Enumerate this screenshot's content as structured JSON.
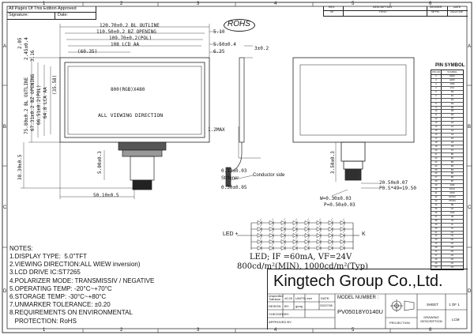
{
  "header": {
    "approved_label": "All Pages Of This Edition Approved",
    "signature_label": "Signature:",
    "date_label": "Date:",
    "rohs": "ROHS",
    "rev_table": {
      "headers": [
        "REV.",
        "DESCRIPTION",
        "REVISER",
        "DATE"
      ],
      "row": [
        "00",
        "FIRST",
        "NFPN",
        "2022/7/08"
      ]
    }
  },
  "grid": {
    "columns": [
      "1",
      "2",
      "3",
      "4",
      "5",
      "6"
    ],
    "rows": [
      "A",
      "B",
      "C",
      "D"
    ]
  },
  "front_view": {
    "dims_top": [
      "120.70±0.2 BL OUTLINE",
      "110.50±0.2 BZ OPENING",
      "109.70±0.2(POL)",
      "108 LCD AA",
      "(60.35)"
    ],
    "dims_left": [
      "2.05",
      "2.45±0.4",
      "3.16",
      "75.80±0.2 BL OUTLINE",
      "67.31±0.2 BZ OPENING",
      "66.51±0.2(POL)",
      "64.8 LCA AA",
      "(35.58)",
      "38.30±0.5"
    ],
    "right_dims": [
      "5.10",
      "5.50±0.4",
      "6.35"
    ],
    "resolution": "800(RGB)X480",
    "viewing": "ALL VIEWING DIRECTION",
    "fpc_dim": "5.00±0.3",
    "bottom_dim": "50.10±0.5"
  },
  "side_view": {
    "thickness": "3±0.2",
    "max_label": "1.2MAX",
    "d1": "0.13±0.03",
    "stiffener": "Stiffener",
    "conductor": "Conductor side",
    "d2": "0.30±0.05"
  },
  "back_view": {
    "fpc_dim": "3.50±0.3",
    "pitch": "20.50±0.07",
    "pitch2": "P0.5*49=19.50",
    "w": "W=0.30±0.03",
    "p": "P=0.50±0.03"
  },
  "pin_table": {
    "title": "PIN  SYMBOL",
    "headers": [
      "PIN NO",
      "SYMBOL"
    ],
    "rows": [
      [
        "1",
        "LEDA"
      ],
      [
        "2",
        "LEDK"
      ],
      [
        "3",
        "GND"
      ],
      [
        "4",
        "VCC"
      ],
      [
        "5",
        "R0"
      ],
      [
        "6",
        "R1"
      ],
      [
        "7",
        "R2"
      ],
      [
        "8",
        "R3"
      ],
      [
        "9",
        "R4"
      ],
      [
        "10",
        "R5"
      ],
      [
        "11",
        "R6"
      ],
      [
        "12",
        "R7"
      ],
      [
        "13",
        "G0"
      ],
      [
        "14",
        "G1"
      ],
      [
        "15",
        "G2"
      ],
      [
        "16",
        "G3"
      ],
      [
        "17",
        "G4"
      ],
      [
        "18",
        "G5"
      ],
      [
        "19",
        "G6"
      ],
      [
        "20",
        "G7"
      ],
      [
        "21",
        "B0"
      ],
      [
        "22",
        "B1"
      ],
      [
        "23",
        "B2"
      ],
      [
        "24",
        "B3"
      ],
      [
        "25",
        "B4"
      ],
      [
        "26",
        "B5"
      ],
      [
        "27",
        "B6"
      ],
      [
        "28",
        "B7"
      ],
      [
        "29",
        "GND"
      ],
      [
        "30",
        "DCLK"
      ],
      [
        "31",
        "DISP"
      ],
      [
        "32",
        "HSYNC"
      ],
      [
        "33",
        "VSYNC"
      ],
      [
        "34",
        "DE"
      ],
      [
        "35",
        "NC"
      ],
      [
        "36",
        "GND"
      ],
      [
        "37",
        "XR"
      ],
      [
        "38",
        "YD"
      ],
      [
        "39",
        "XL"
      ],
      [
        "40",
        "YU"
      ],
      [
        "41",
        "NC"
      ],
      [
        "42",
        "NC"
      ],
      [
        "43",
        "NC"
      ],
      [
        "44",
        "NC"
      ],
      [
        "45",
        "NC"
      ],
      [
        "46",
        "NC"
      ],
      [
        "47",
        "NC"
      ],
      [
        "48",
        "NC"
      ],
      [
        "49",
        "NC"
      ],
      [
        "50",
        "NC"
      ]
    ]
  },
  "led": {
    "plus": "LED +",
    "minus": "K",
    "line1": "LED; IF =60mA, VF=24V",
    "line2": "800cd/m²(MIN), 1000cd/m²(Typ)"
  },
  "notes": {
    "title": "NOTES:",
    "items": [
      "1.DISPLAY TYPE:  5.0\"TFT",
      "2.VIEWING DIRECTION:ALL WIEW inversion)",
      "3.LCD DRIVE IC:ST7265",
      "4.POLARIZER MODE: TRANSMISSIV / NEGATIVE",
      "5.OPERATING TEMP: -20°C~+70°C",
      "6.STORAGE TEMP: -30°C~+80°C",
      "7.UNMARKER TOLERANCE: ±0.20",
      "8.REQUIREMENTS ON ENVIRONMENTAL",
      "   PROTECTION: RoHS"
    ]
  },
  "title_block": {
    "company": "Kingtech Group Co.,Ltd.",
    "unspecified": "Unspecified Tolerance",
    "tol": "±0.20",
    "units": "UNITS: mm",
    "date_lbl": "DATE:",
    "model_label": "MODEL NUMBER :",
    "model": "PV05018Y0140U",
    "design": "DESIGN",
    "by": "BY:",
    "designer": "gong",
    "date_val": "2022/7/08",
    "checked": "CHECKED",
    "approved": "APPROVED BY:",
    "projection": "PROJECTION",
    "sheet": "SHEET",
    "sheet_val": "1 OF 1",
    "drawing_desc": "DRAWING DESCRIPTION",
    "lcm": "LCM"
  }
}
